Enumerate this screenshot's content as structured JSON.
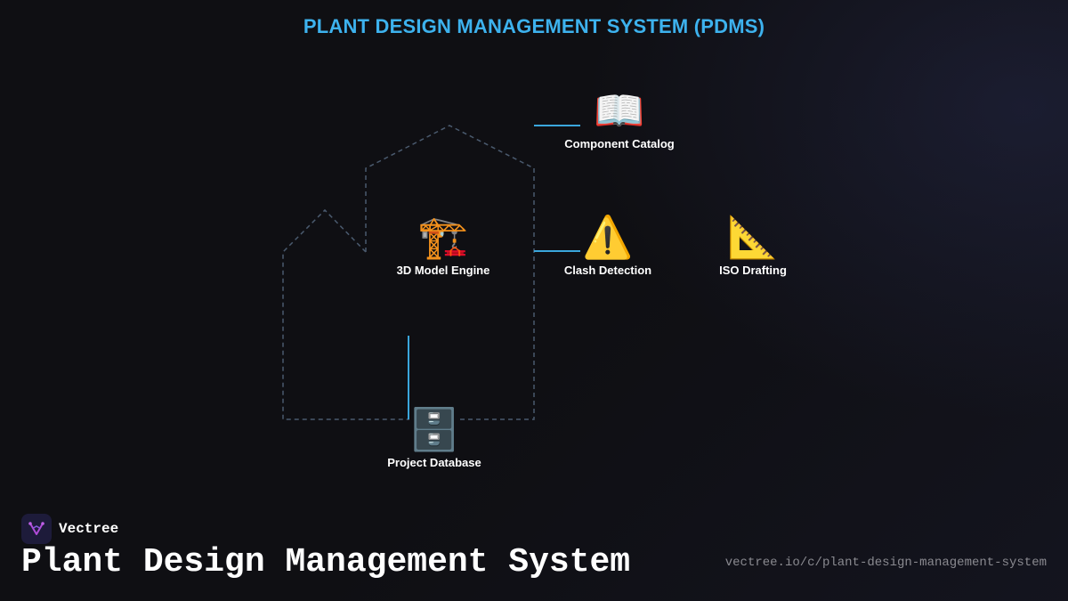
{
  "header": {
    "title": "PLANT DESIGN MANAGEMENT SYSTEM (PDMS)"
  },
  "nodes": [
    {
      "id": "component-catalog",
      "label": "Component Catalog",
      "icon": "open-book-icon",
      "glyph": "📖"
    },
    {
      "id": "3d-model-engine",
      "label": "3D Model Engine",
      "icon": "construction-crane-icon",
      "glyph": "🏗️"
    },
    {
      "id": "clash-detection",
      "label": "Clash Detection",
      "icon": "warning-icon",
      "glyph": "⚠️"
    },
    {
      "id": "iso-drafting",
      "label": "ISO Drafting",
      "icon": "triangular-ruler-icon",
      "glyph": "📐"
    },
    {
      "id": "project-database",
      "label": "Project Database",
      "icon": "file-cabinet-icon",
      "glyph": "🗄️"
    }
  ],
  "colors": {
    "accent": "#3db2ee",
    "connector": "#3aa6dc",
    "outline": "#4a5a6e",
    "background": "#0f0f13"
  },
  "footer": {
    "brand": "Vectree",
    "brand_icon": "vectree-logo-icon",
    "title": "Plant Design Management System",
    "url": "vectree.io/c/plant-design-management-system"
  }
}
